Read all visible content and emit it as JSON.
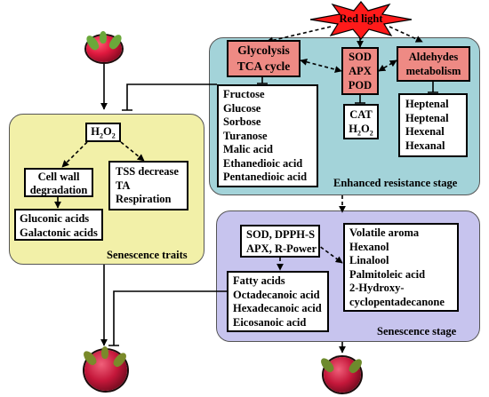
{
  "trigger": {
    "label": "Red light",
    "color": "#ff1a1a"
  },
  "colors": {
    "senescence_traits_bg": "#f2f0a8",
    "resistance_stage_bg": "#a3d3d9",
    "senescence_stage_bg": "#c7c4ee",
    "pathway_box": "#ee8a84"
  },
  "pathways": {
    "glycolysis": [
      "Glycolysis",
      "TCA cycle"
    ],
    "antioxidant": [
      "SOD",
      "APX",
      "POD"
    ],
    "aldehydes": [
      "Aldehydes",
      "metabolism"
    ]
  },
  "lists": {
    "sugars_acids": [
      "Fructose",
      "Glucose",
      "Sorbose",
      "Turanose",
      "Malic acid",
      "Ethanedioic acid",
      "Pentanedioic acid"
    ],
    "cat": [
      "CAT",
      "H2O2"
    ],
    "aldehydes": [
      "Heptenal",
      "Heptenal",
      "Hexenal",
      "Hexanal"
    ],
    "h2o2": "H2O2",
    "cell_wall": [
      "Cell wall",
      "degradation"
    ],
    "tss": [
      "TSS decrease",
      "TA",
      "Respiration"
    ],
    "gluconic": [
      "Gluconic acids",
      "Galactonic acids"
    ],
    "sod_dpph": [
      "SOD, DPPH-S",
      "APX, R-Power"
    ],
    "volatile": [
      "Volatile aroma",
      "Hexanol",
      "Linalool",
      "Palmitoleic acid",
      "2-Hydroxy-",
      "cyclopentadecanone"
    ],
    "fatty": [
      "Fatty acids",
      "Octadecanoic acid",
      "Hexadecanoic acid",
      "Eicosanoic acid"
    ]
  },
  "stages": {
    "resistance": "Enhanced resistance stage",
    "senescence_traits": "Senescence traits",
    "senescence": "Senescence stage"
  },
  "images": {
    "fresh_fruit": "dragon-fruit-photo",
    "decayed_fruit_left": "decayed-dragon-fruit-photo",
    "decayed_fruit_right": "decayed-dragon-fruit-photo"
  }
}
